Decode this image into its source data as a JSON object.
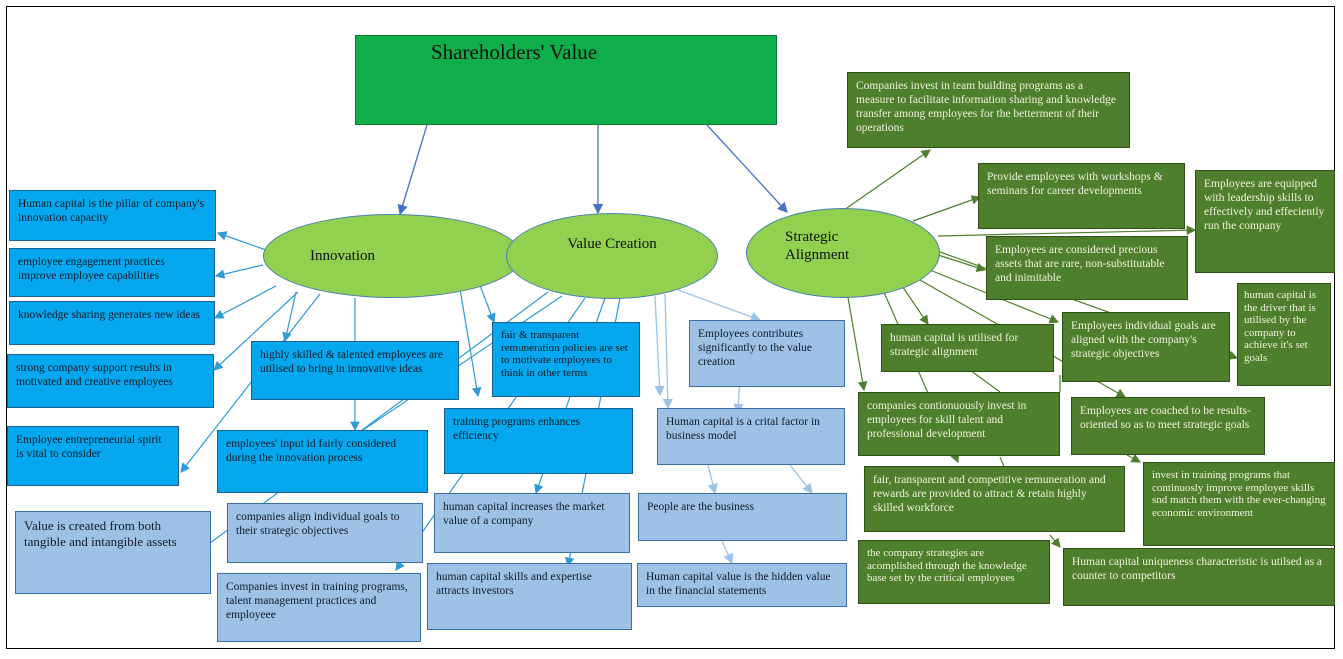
{
  "header": {
    "title": "Shareholders' Value"
  },
  "hubs": {
    "innovation": "Innovation",
    "value_creation": "Value  Creation",
    "strategic_alignment": "Strategic Alignment"
  },
  "innovation_boxes": [
    "Human capital is the pillar of company's innovation capacity",
    "employee engagement  practices improve employee capabilities",
    "knowledge sharing generates new ideas",
    "strong company support results in motivated and creative employees",
    "Employee entrepreneurial spirit is vital to consider",
    "highly skilled & talented employees are utilised to bring in innovative ideas",
    "employees' input id fairly considered during the innovation process",
    "fair & transparent remuneration policies are set to motivate employees to think in other terms",
    "training programs enhances efficiency"
  ],
  "value_boxes": [
    "Value is created from both tangible and intangible assets",
    "companies align individual goals to their strategic objectives",
    "Companies invest in training programs, talent management practices and employeee",
    "human capital increases the market value of a company",
    "human capital skills and expertise attracts investors",
    "Employees contributes significantly to the value creation",
    "Human capital is a crital factor in business model",
    "People are the business",
    "Human capital value is the hidden value in the financial statements"
  ],
  "strategic_boxes": [
    "Companies invest in team building programs as a measure to facilitate information sharing and knowledge transfer among employees for the betterment of their operations",
    "Provide employees with workshops & seminars for career developments",
    "Employees are equipped with leadership skills to effectively and effeciently run the company",
    "Employees are considered precious assets that are rare, non-substitutable and inimitable",
    "human capital is the driver that is utilised by the company to achieve it's set goals",
    "human capital is utilised for strategic alignment",
    "Employees individual goals are aligned with the company's strategic objectives",
    "companies contionuously invest in employees for skill talent and professional development",
    "Employees are coached to be results-oriented so as to meet strategic goals",
    "fair, transparent and competitive remuneration and rewards are provided to attract & retain highly skilled workforce",
    "invest in training programs that continuosly improve employee skills snd match them with the ever-changing economic environment",
    "the company strategies are acomplished through the knowledge base set by the critical employees",
    "Human capital uniqueness characteristic is utilsed as a counter to competitors"
  ],
  "colors": {
    "header": "#0fae4a",
    "hub": "#92d050",
    "innovation_box": "#05a8ee",
    "value_box": "#9dc2e5",
    "strategic_box": "#4e7f2c",
    "arrow_blue": "#4472c4",
    "arrow_light": "#9dc3e6",
    "arrow_green": "#4e7f2c"
  }
}
